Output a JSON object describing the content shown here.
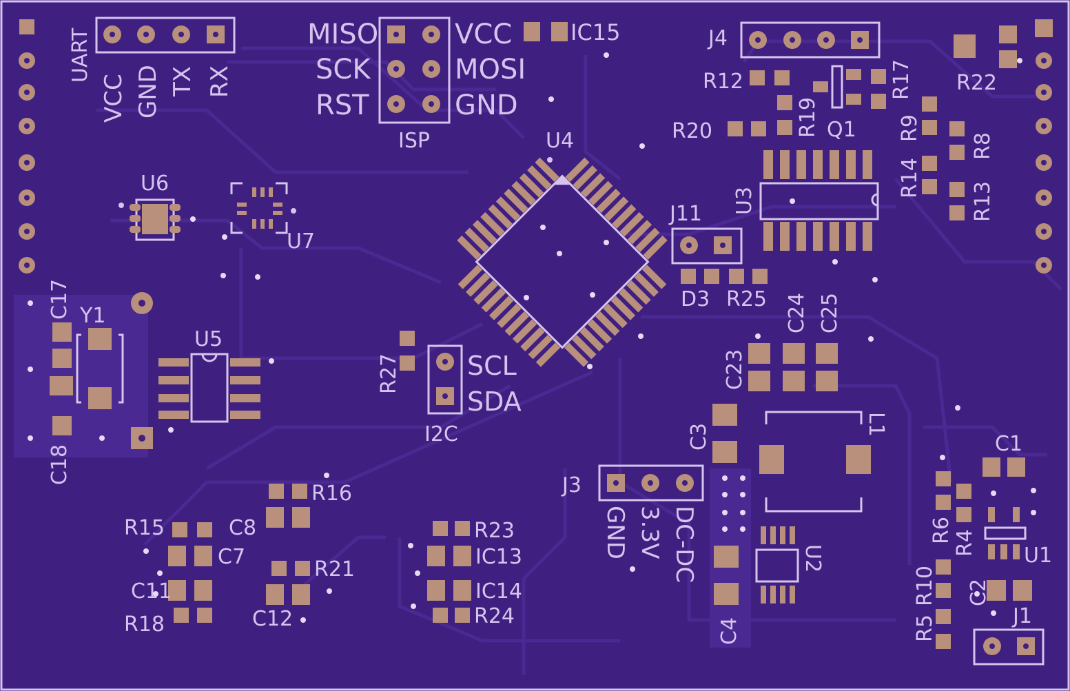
{
  "board": {
    "silk_color": "#d6c4ee",
    "substrate_color": "#3f1f80",
    "pad_color": "#b8907c"
  },
  "components": {
    "uart": {
      "header": "UART",
      "pins": [
        "VCC",
        "GND",
        "TX",
        "RX"
      ]
    },
    "isp": {
      "label": "ISP",
      "pins_left": [
        "MISO",
        "SCK",
        "RST"
      ],
      "pins_right": [
        "VCC",
        "MOSI",
        "GND"
      ]
    },
    "i2c": {
      "label": "I2C",
      "pins": [
        "SCL",
        "SDA"
      ]
    },
    "dcdc": {
      "pins": [
        "GND",
        "3.3V",
        "DC-DC"
      ]
    },
    "refs": [
      "IC15",
      "J4",
      "R12",
      "R17",
      "R19",
      "Q1",
      "R20",
      "R22",
      "R9",
      "R8",
      "R14",
      "R13",
      "U3",
      "U4",
      "U6",
      "U7",
      "J11",
      "D3",
      "R25",
      "C17",
      "Y1",
      "U5",
      "C18",
      "R27",
      "C24",
      "C25",
      "C23",
      "C3",
      "L1",
      "C1",
      "J3",
      "R16",
      "C8",
      "R15",
      "C7",
      "C11",
      "R18",
      "R21",
      "C12",
      "R23",
      "IC13",
      "IC14",
      "R24",
      "U2",
      "C4",
      "R6",
      "R4",
      "U1",
      "R10",
      "C2",
      "R5",
      "J1"
    ]
  }
}
